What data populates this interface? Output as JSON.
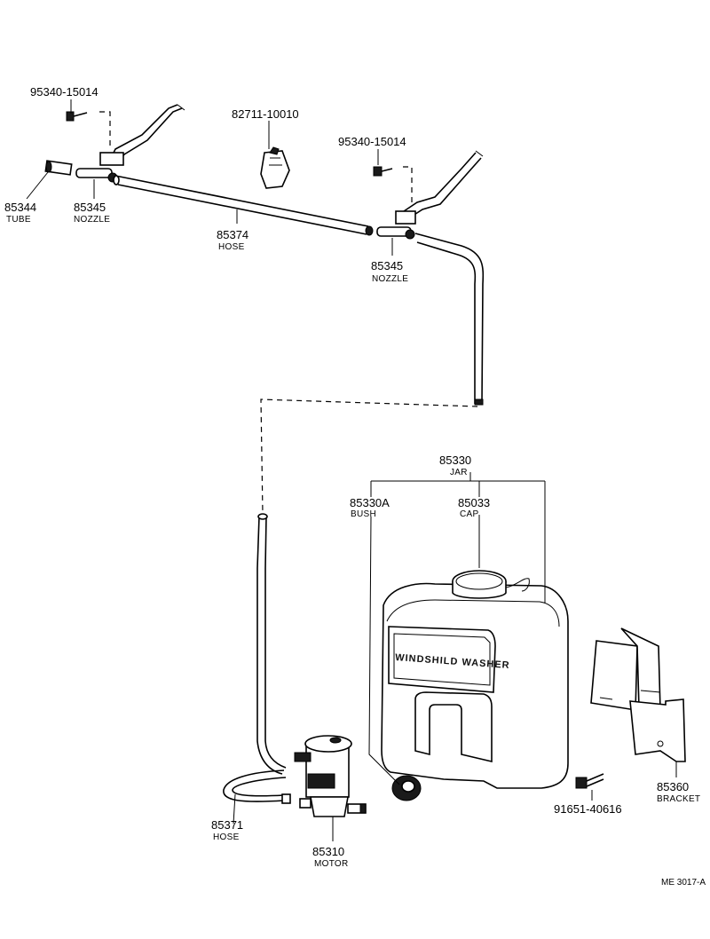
{
  "parts": {
    "screw_left": {
      "number": "95340-15014"
    },
    "clip": {
      "number": "82711-10010"
    },
    "screw_right": {
      "number": "95340-15014"
    },
    "tube": {
      "number": "85344",
      "name": "TUBE"
    },
    "nozzle_left": {
      "number": "85345",
      "name": "NOZZLE"
    },
    "hose_upper": {
      "number": "85374",
      "name": "HOSE"
    },
    "nozzle_right": {
      "number": "85345",
      "name": "NOZZLE"
    },
    "jar": {
      "number": "85330",
      "name": "JAR",
      "label": "WINDSHILD WASHER"
    },
    "bush": {
      "number": "85330A",
      "name": "BUSH"
    },
    "cap": {
      "number": "85033",
      "name": "CAP"
    },
    "bolt": {
      "number": "91651-40616"
    },
    "bracket": {
      "number": "85360",
      "name": "BRACKET"
    },
    "hose_lower": {
      "number": "85371",
      "name": "HOSE"
    },
    "motor": {
      "number": "85310",
      "name": "MOTOR"
    }
  },
  "drawing_ref": "ME 3017-A"
}
